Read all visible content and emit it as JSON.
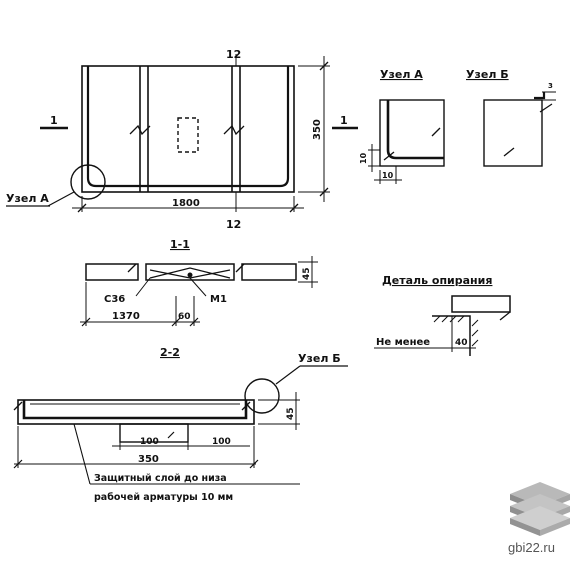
{
  "plan": {
    "top_mark": "12",
    "bottom_mark": "12",
    "width_dim": "1800",
    "height_dim": "350",
    "section_mark_left": "1",
    "section_mark_right": "1",
    "node_a_callout": "Узел А"
  },
  "node_a_detail": {
    "title": "Узел А",
    "dim_vertical": "10",
    "dim_horizontal": "10"
  },
  "node_b_detail": {
    "title": "Узел Б",
    "dim_small": "3"
  },
  "section_1_1": {
    "title": "1-1",
    "bar_mark": "С36",
    "mesh_mark": "М1",
    "dim_1370": "1370",
    "dim_60": "60",
    "height_dim": "45"
  },
  "support_detail": {
    "title": "Деталь опирания",
    "min_label": "Не менее",
    "dim": "40"
  },
  "section_2_2": {
    "title": "2-2",
    "node_b_callout": "Узел Б",
    "dim_100_left": "100",
    "dim_100_right": "100",
    "dim_350": "350",
    "height_dim": "45",
    "note_line1": "Защитный слой до низа",
    "note_line2": "рабочей арматуры 10 мм"
  },
  "watermark": {
    "text": "gbi22.ru"
  }
}
